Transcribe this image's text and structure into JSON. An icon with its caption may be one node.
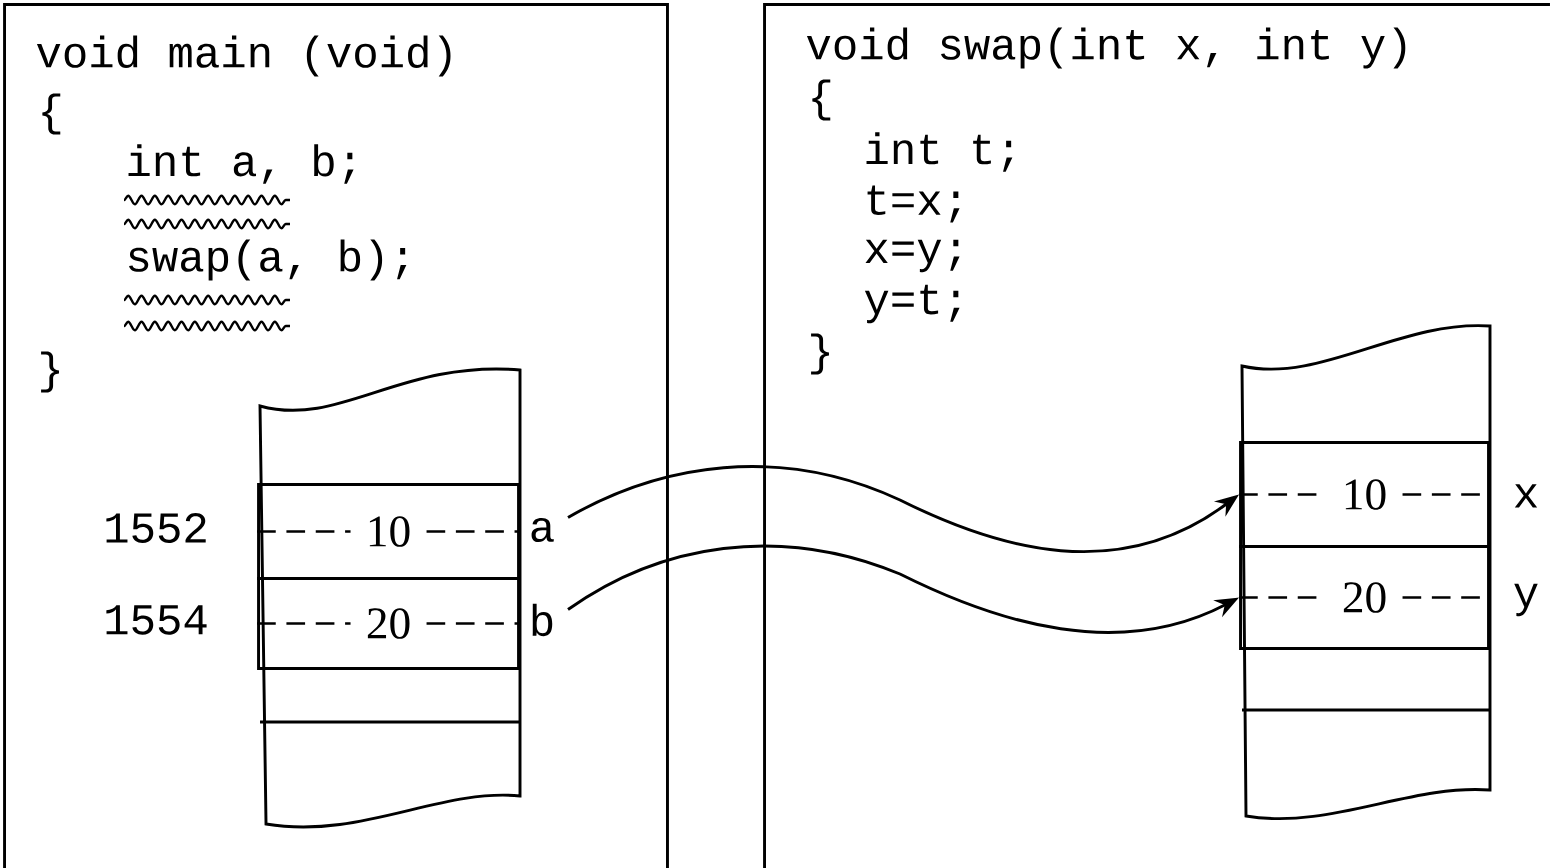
{
  "diagram": {
    "nodes": [
      {
        "text": [
          "void main (void)",
          "{",
          "int a, b;",
          "swap(a, b);",
          "}"
        ]
      },
      {
        "text": [
          "10"
        ],
        "in": 0,
        "beside": [
          "1552",
          "a"
        ]
      },
      {
        "text": [
          "20"
        ],
        "in": 0,
        "beside": [
          "1554",
          "b"
        ]
      },
      {
        "text": [
          "void swap(int x, int y)",
          "{",
          "int t;",
          "t=x;",
          "x=y;",
          "y=t;",
          "}"
        ]
      },
      {
        "text": [
          "10"
        ],
        "in": 3,
        "beside": [
          "x"
        ]
      },
      {
        "text": [
          "20"
        ],
        "in": 3,
        "beside": [
          "y"
        ]
      }
    ],
    "edges": [
      {
        "from": 1,
        "to": 4,
        "arrow": "to"
      },
      {
        "from": 2,
        "to": 5,
        "arrow": "to"
      }
    ]
  }
}
